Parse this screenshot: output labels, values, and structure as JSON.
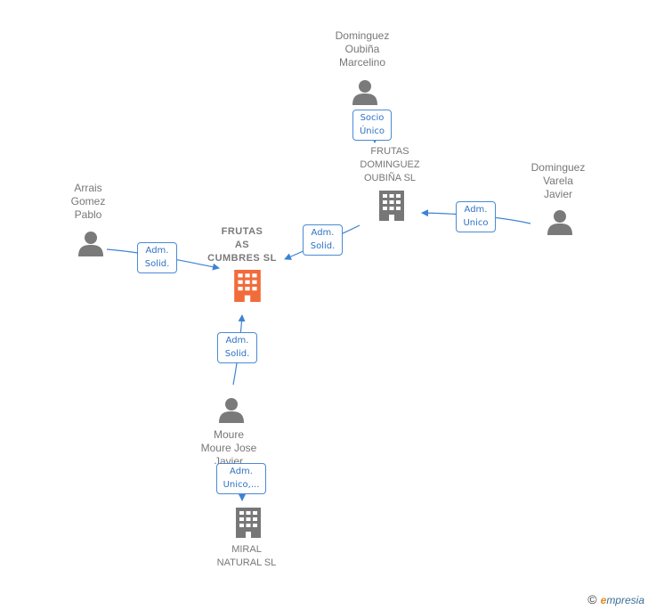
{
  "colors": {
    "edge": "#3d82d4",
    "person": "#7a7a7a",
    "company": "#777777",
    "main_company": "#f26b3a"
  },
  "nodes": {
    "frutas_as_cumbres": {
      "label": "FRUTAS\nAS\nCUMBRES  SL",
      "icon": "building-icon"
    },
    "frutas_dominguez": {
      "label": "FRUTAS\nDOMINGUEZ\nOUBIÑA SL",
      "icon": "building-icon"
    },
    "miral_natural": {
      "label": "MIRAL\nNATURAL  SL",
      "icon": "building-icon"
    },
    "dominguez_oubina": {
      "label": "Dominguez\nOubiña\nMarcelino",
      "icon": "person-icon"
    },
    "dominguez_varela": {
      "label": "Dominguez\nVarela\nJavier",
      "icon": "person-icon"
    },
    "arrais_gomez": {
      "label": "Arrais\nGomez\nPablo",
      "icon": "person-icon"
    },
    "moure_moure": {
      "label": "Moure\nMoure Jose\nJavier",
      "icon": "person-icon"
    }
  },
  "edges": {
    "socio_unico": "Socio\nÚnico",
    "adm_unico": "Adm.\nUnico",
    "adm_solid_dominguez": "Adm.\nSolid.",
    "adm_solid_arrais": "Adm.\nSolid.",
    "adm_solid_moure": "Adm.\nSolid.",
    "adm_unico_miral": "Adm.\nUnico,..."
  },
  "brand": {
    "copyright": "©",
    "first_letter": "e",
    "rest": "mpresia"
  }
}
